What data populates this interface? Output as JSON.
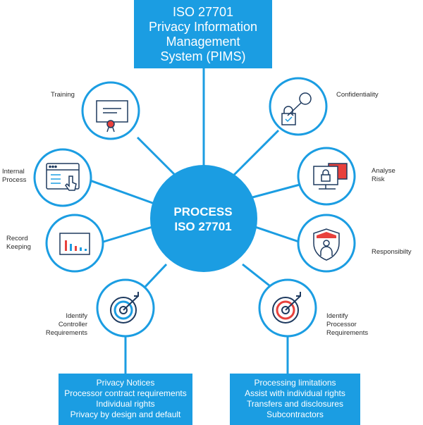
{
  "title": {
    "lines": [
      "ISO 27701",
      "Privacy Information",
      "Management",
      "System (PIMS)"
    ]
  },
  "center": {
    "lines": [
      "PROCESS",
      "ISO 27701"
    ]
  },
  "nodes": {
    "training": {
      "label": [
        "Training"
      ],
      "icon": "certificate-icon"
    },
    "internal_process": {
      "label": [
        "Internal",
        "Process"
      ],
      "icon": "web-click-icon"
    },
    "record_keeping": {
      "label": [
        "Record",
        "Keeping"
      ],
      "icon": "bar-chart-icon"
    },
    "identify_controller": {
      "label": [
        "Identify",
        "Controller",
        "Requirements"
      ],
      "icon": "target-arrow-icon"
    },
    "confidentiality": {
      "label": [
        "Confidentiality"
      ],
      "icon": "key-lock-icon"
    },
    "analyse_risk": {
      "label": [
        "Analyse",
        "Risk"
      ],
      "icon": "monitor-lock-icon"
    },
    "responsibility": {
      "label": [
        "Responsibilty"
      ],
      "icon": "shield-person-icon"
    },
    "identify_processor": {
      "label": [
        "Identify",
        "Processor",
        "Requirements"
      ],
      "icon": "target-arrow-icon"
    }
  },
  "boxes": {
    "controller": [
      "Privacy Notices",
      "Processor contract requirements",
      "Individual rights",
      "Privacy by design and default"
    ],
    "processor": [
      "Processing limitations",
      "Assist with individual rights",
      "Transfers and disclosures",
      "Subcontractors"
    ]
  },
  "colors": {
    "blue": "#1b9de2",
    "navy": "#1e3a5f",
    "red": "#e8413c",
    "white": "#ffffff"
  }
}
